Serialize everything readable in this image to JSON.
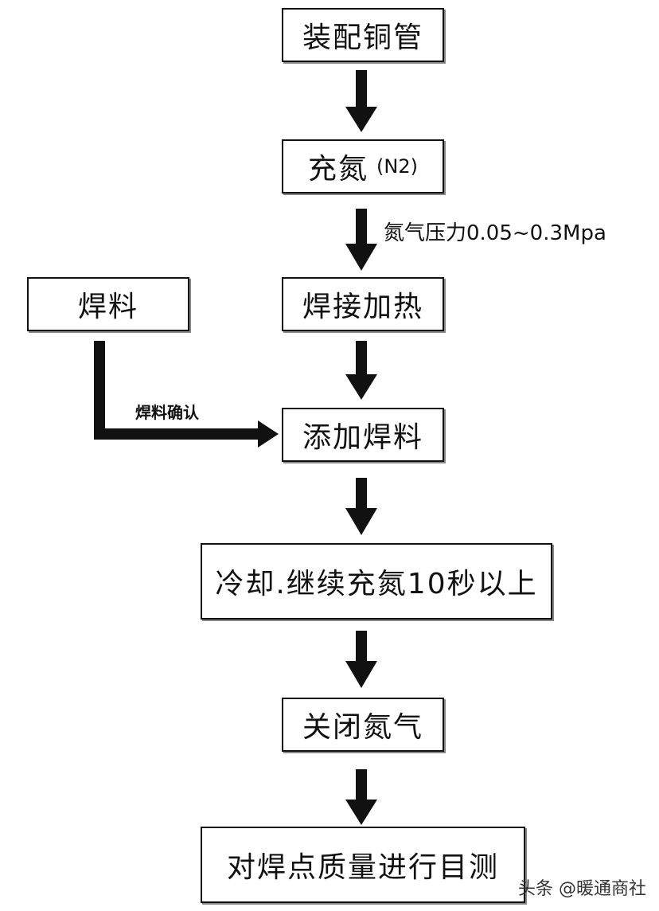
{
  "nodes": {
    "assemble": "装配铜管",
    "charge_n2": {
      "label": "充氮",
      "sub": "(N2)"
    },
    "solder_material": "焊料",
    "heat": "焊接加热",
    "add_solder": "添加焊料",
    "cool": "冷却.继续充氮10秒以上",
    "close_n2": "关闭氮气",
    "inspect": "对焊点质量进行目测"
  },
  "edge_labels": {
    "pressure": "氮气压力0.05~0.3Mpa",
    "confirm": "焊料确认"
  },
  "watermark": "头条 @暖通商社"
}
